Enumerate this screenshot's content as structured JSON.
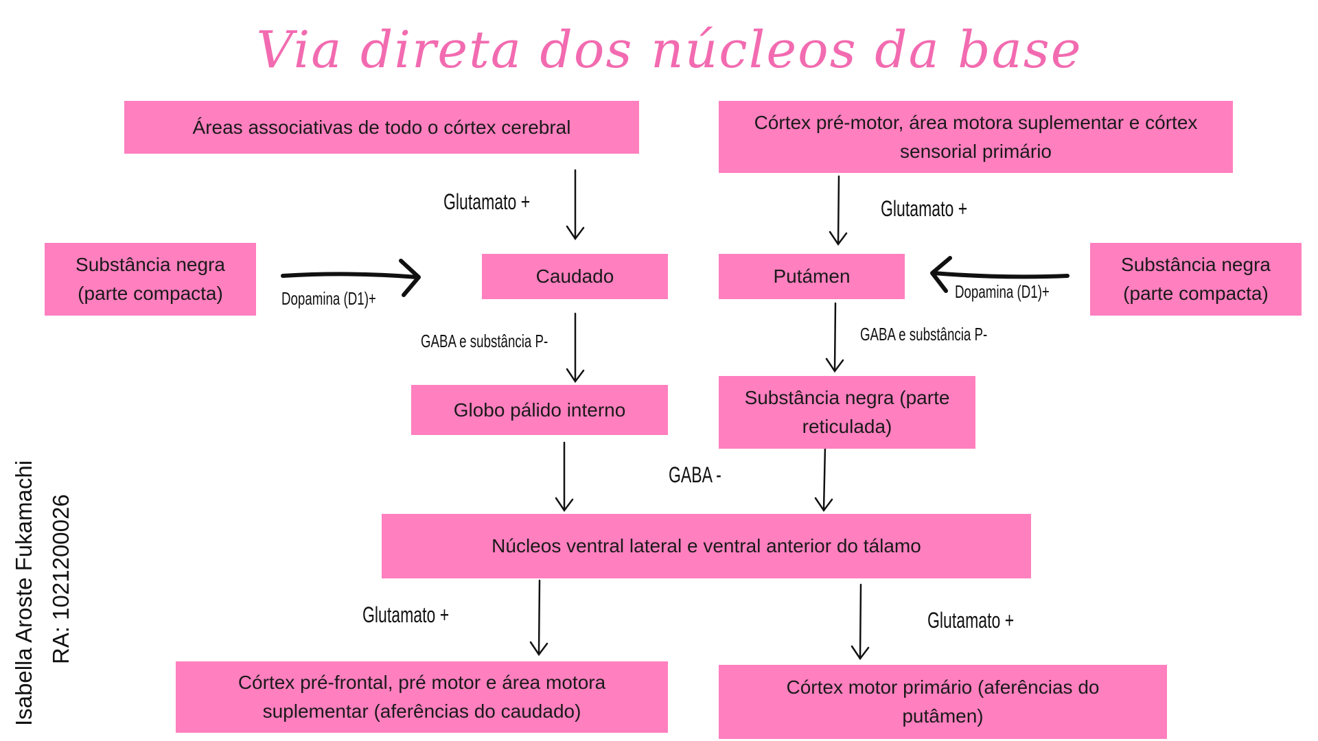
{
  "title": "Via direta dos núcleos da base",
  "boxes": {
    "assoc": "Áreas associativas de todo o córtex cerebral",
    "premotor": "Córtex pré-motor, área motora suplementar e córtex sensorial primário",
    "sn_left": "Substância negra (parte compacta)",
    "caudado": "Caudado",
    "putamen": "Putámen",
    "sn_right": "Substância negra (parte compacta)",
    "globo": "Globo pálido interno",
    "sn_ret": "Substância negra (parte reticulada)",
    "talamo": "Núcleos ventral lateral e ventral anterior do tálamo",
    "prefrontal": "Córtex pré-frontal, pré motor e área motora suplementar (aferências do caudado)",
    "motor": "Córtex motor primário (aferências do putâmen)"
  },
  "labels": {
    "glut1": "Glutamato +",
    "glut2": "Glutamato +",
    "glut3": "Glutamato +",
    "glut4": "Glutamato +",
    "dopa_left": "Dopamina (D1)+",
    "dopa_right": "Dopamina (D1)+",
    "gaba_p_left": "GABA e substância P-",
    "gaba_p_right": "GABA e substância P-",
    "gaba": "GABA -"
  },
  "author": {
    "name": "Isabella Aroste Fukamachi",
    "ra": "RA: 1021200026"
  },
  "colors": {
    "box": "#ff7fbf",
    "title": "#f26bb0"
  }
}
